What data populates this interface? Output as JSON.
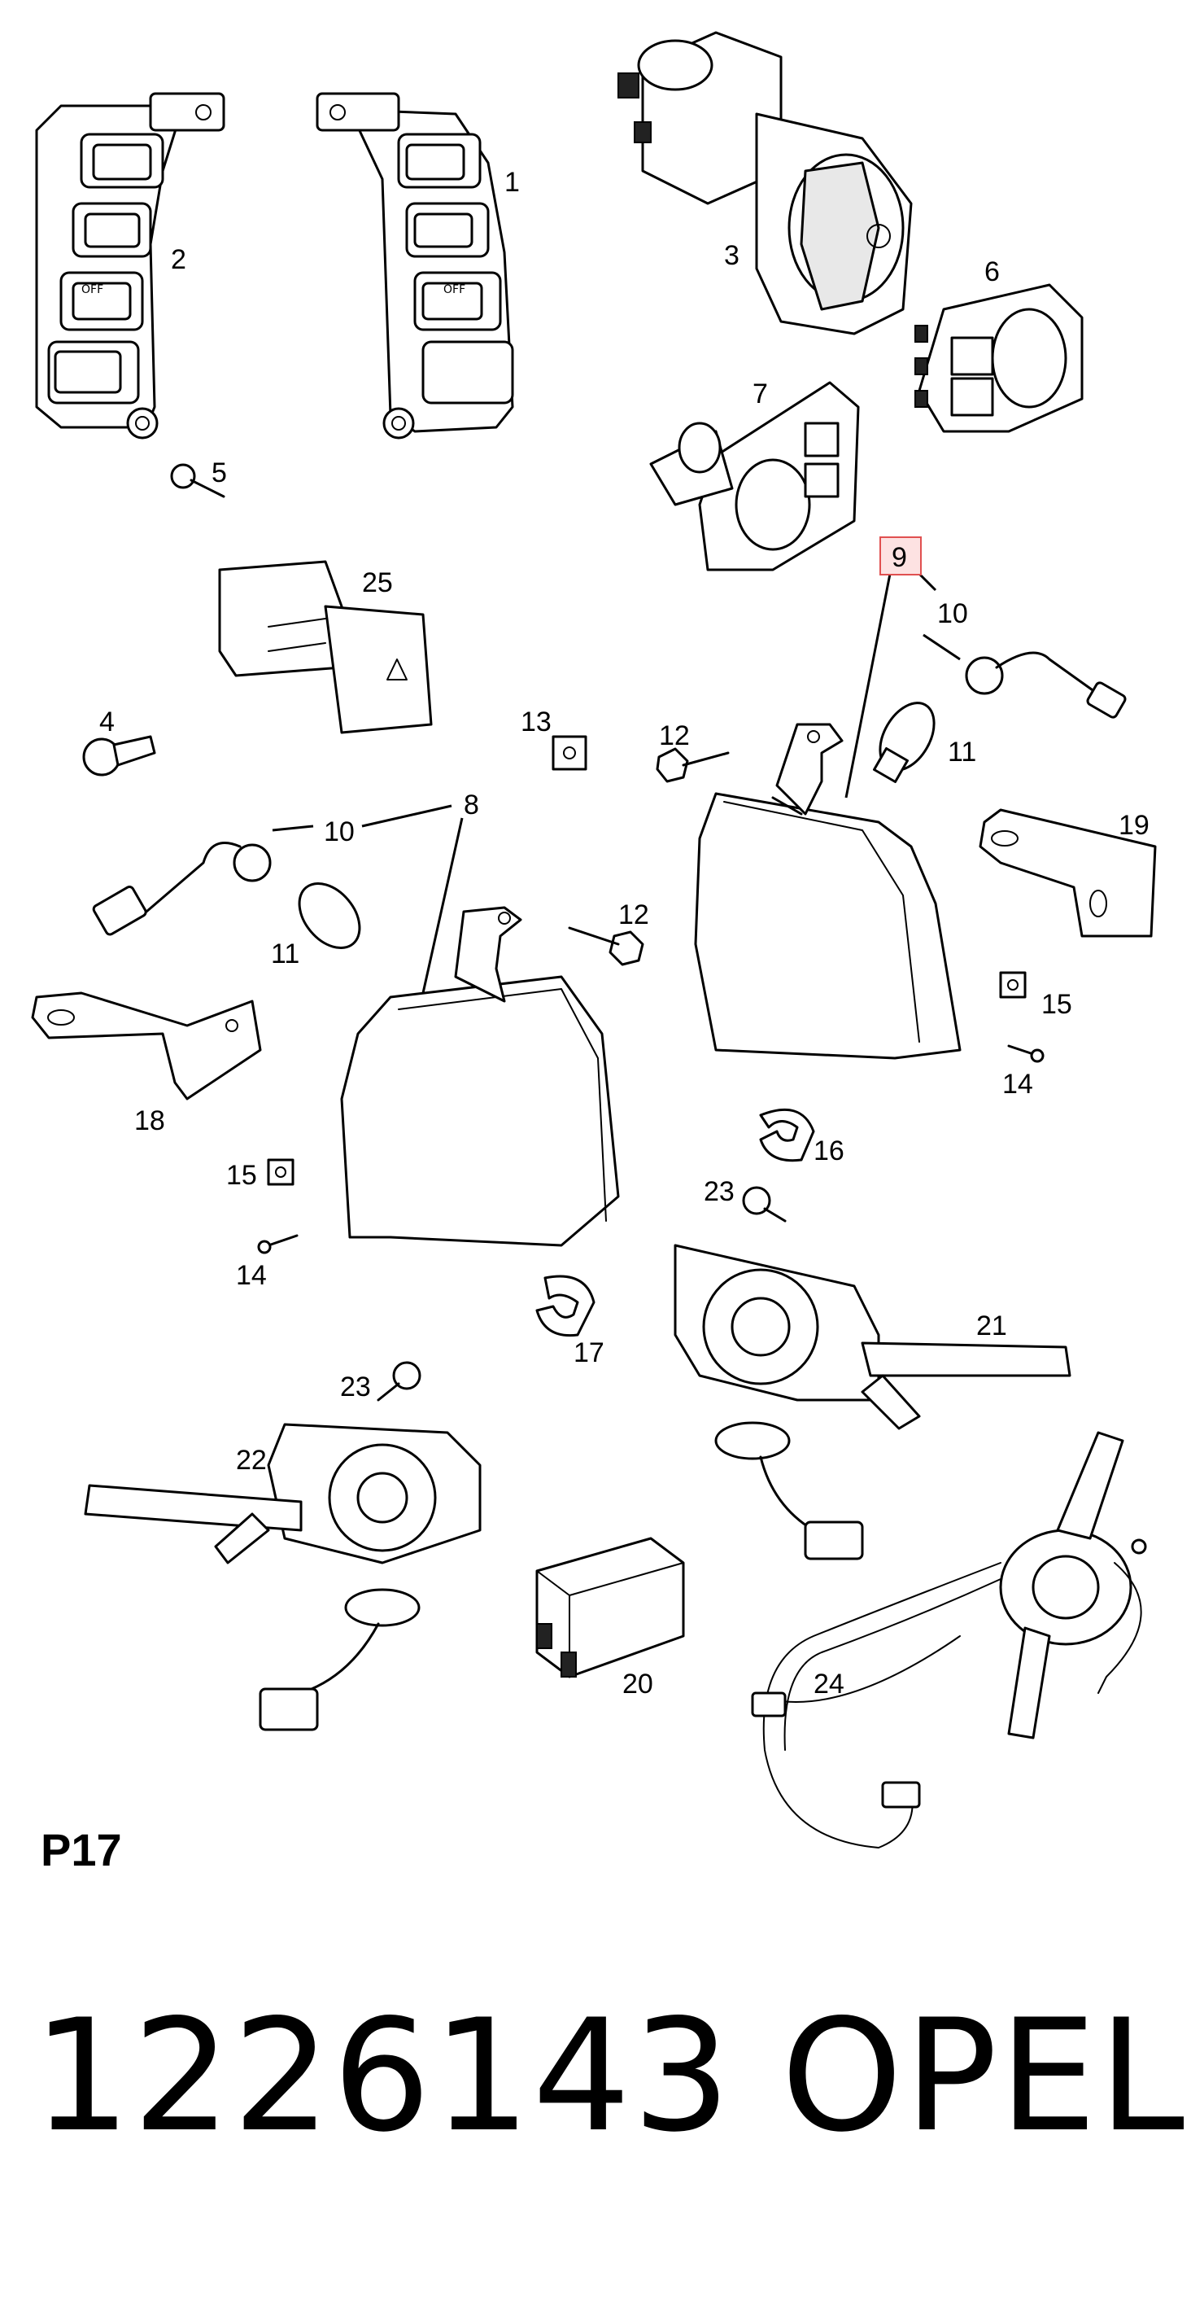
{
  "diagram": {
    "callouts": {
      "c1": "1",
      "c2": "2",
      "c3": "3",
      "c4": "4",
      "c5": "5",
      "c6": "6",
      "c7": "7",
      "c8": "8",
      "c9": "9",
      "c10a": "10",
      "c10b": "10",
      "c11a": "11",
      "c11b": "11",
      "c12a": "12",
      "c12b": "12",
      "c13": "13",
      "c14a": "14",
      "c14b": "14",
      "c15a": "15",
      "c15b": "15",
      "c16": "16",
      "c17": "17",
      "c18": "18",
      "c19": "19",
      "c20": "20",
      "c21": "21",
      "c22": "22",
      "c23a": "23",
      "c23b": "23",
      "c24": "24",
      "c25": "25"
    },
    "highlight_color": "#e05050",
    "highlight_fill": "#fde2e2",
    "switch_label_off_a": "OFF",
    "switch_label_off_b": "OFF"
  },
  "footer": {
    "page_code": "P17",
    "part_number": "1226143",
    "brand": "OPEL"
  }
}
